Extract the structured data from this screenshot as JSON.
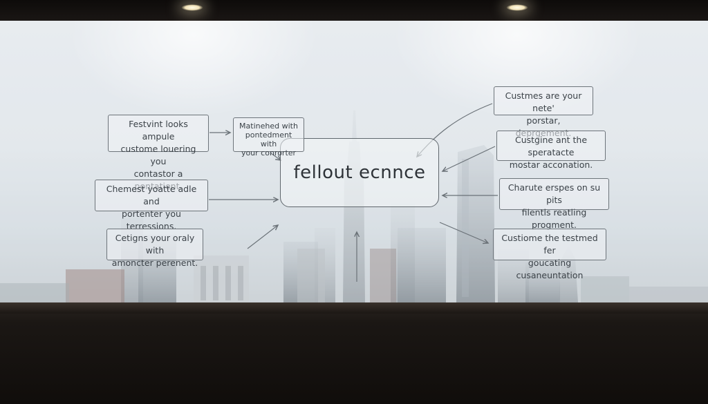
{
  "diagram": {
    "center": {
      "title": "fellout ecnnce"
    },
    "nodes": [
      {
        "id": "top-left",
        "text": "Festvint looks ampule\ncustome louering you\ncontastor a pontatient."
      },
      {
        "id": "top-mid",
        "text": "Matinehed with\npontedment with\nyour conrorter"
      },
      {
        "id": "mid-left",
        "text": "Chemest yoatte adle and\nportenter you terressions."
      },
      {
        "id": "bottom-left",
        "text": "Cetigns your oraly with\namoncter perenent."
      },
      {
        "id": "top-right",
        "text": "Custmes are your nete'\nporstar, deprgement."
      },
      {
        "id": "right-2",
        "text": "Custgine ant the speratacte\nmostar acconation."
      },
      {
        "id": "right-3",
        "text": "Charute erspes on su pits\nfilentls reatling progment."
      },
      {
        "id": "bottom-right",
        "text": "Custiome the testmed fer\ngoucating cusaneuntation"
      }
    ]
  },
  "colors": {
    "node_border": "#6d747a",
    "text": "#3b4248",
    "arrow": "#6a7177",
    "screen": "#e6ebee"
  }
}
